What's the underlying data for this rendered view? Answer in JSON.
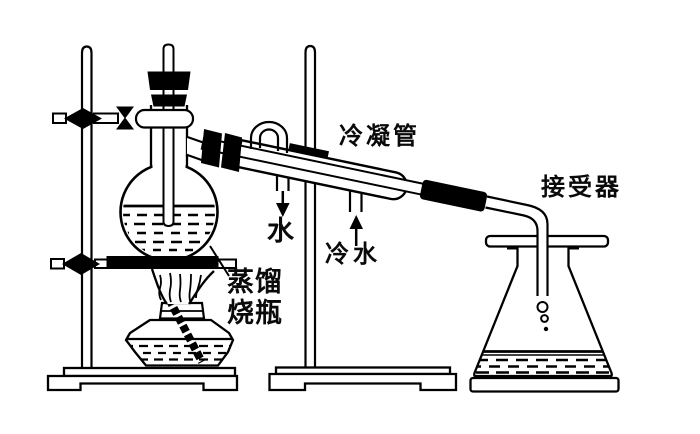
{
  "figure": {
    "background_color": "#ffffff",
    "ink_color": "#000000",
    "labels": {
      "condenser": "冷凝管",
      "receiver": "接受器",
      "water_out": "水",
      "cold_water_in": "冷水",
      "distilling_flask_line1": "蒸馏",
      "distilling_flask_line2": "烧瓶"
    },
    "components": [
      "ring-stand-left",
      "ring-stand-middle",
      "distilling-flask",
      "thermometer",
      "rubber-stopper",
      "clamp",
      "wire-gauze-ring",
      "alcohol-lamp",
      "flame",
      "liebig-condenser",
      "water-outlet-arrow-down",
      "cold-water-inlet-arrow-up",
      "delivery-tube",
      "cover-plate",
      "erlenmeyer-receiving-flask",
      "base-plate"
    ]
  }
}
